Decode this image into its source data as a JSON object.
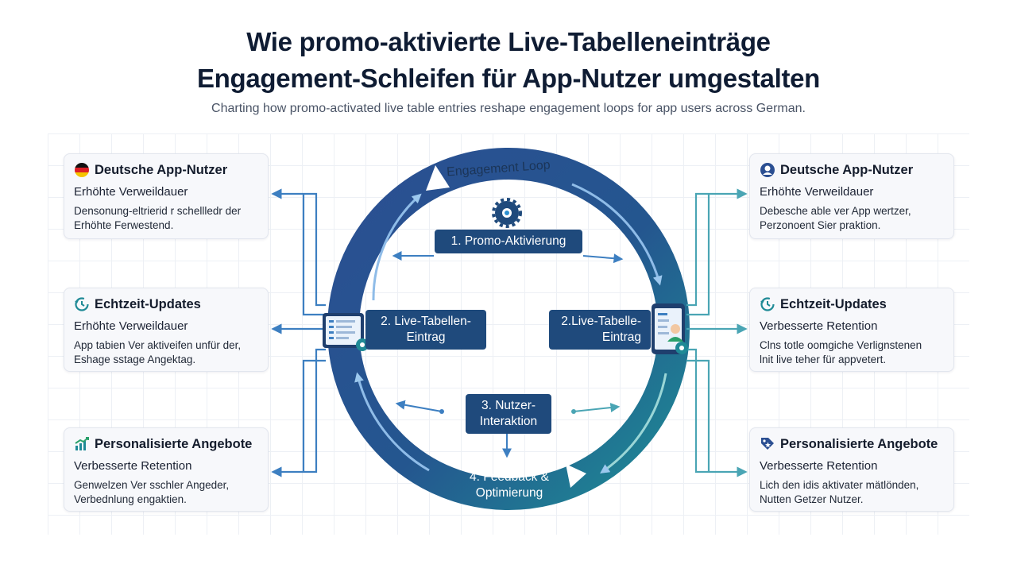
{
  "header": {
    "title_line1": "Wie promo-aktivierte Live-Tabelleneinträge",
    "title_line2": "Engagement-Schleifen für App-Nutzer umgestalten",
    "subtitle": "Charting how promo-activated live table entries reshape engagement loops for app users across German."
  },
  "loop": {
    "label": "Engagement Loop",
    "step1": "1. Promo-Aktivierung",
    "step2_left_line1": "2. Live-Tabellen-",
    "step2_left_line2": "Eintrag",
    "step2_right_line1": "2.Live-Tabelle-",
    "step2_right_line2": "Eintrag",
    "step3_line1": "3. Nutzer-",
    "step3_line2": "Interaktion",
    "step4_line1": "4. Feedback &",
    "step4_line2": "Optimierung"
  },
  "left_cards": [
    {
      "icon": "germany-flag-icon",
      "title": "Deutsche App-Nutzer",
      "sub": "Erhöhte Verweildauer",
      "text1": "Densonung-eltrierid r schellledr der",
      "text2": "Erhöhte Ferwestend."
    },
    {
      "icon": "clock-refresh-icon",
      "title": "Echtzeit-Updates",
      "sub": "Erhöhte Verweildauer",
      "text1": "App tabien Ver aktiveifen unfür der,",
      "text2": "Eshage sstage Angektag."
    },
    {
      "icon": "growth-chart-icon",
      "title": "Personalisierte Angebote",
      "sub": "Verbesserte Retention",
      "text1": "Genwelzen Ver sschler Angeder,",
      "text2": "Verbednlung engaktien."
    }
  ],
  "right_cards": [
    {
      "icon": "user-icon",
      "title": "Deutsche App-Nutzer",
      "sub": "Erhöhte Verweildauer",
      "text1": "Debesche able ver App wertzer,",
      "text2": "Perzonoent Sier praktion."
    },
    {
      "icon": "clock-refresh-icon",
      "title": "Echtzeit-Updates",
      "sub": "Verbesserte Retention",
      "text1": "Clns totle oomgiche Verlignstenen",
      "text2": "lnit live teher für appvetert."
    },
    {
      "icon": "tag-star-icon",
      "title": "Personalisierte Angebote",
      "sub": "Verbesserte Retention",
      "text1": "Lich den idis aktivater mätlönden,",
      "text2": "Nutten Getzer Nutzer."
    }
  ],
  "colors": {
    "navy": "#1f4a7c",
    "ring_blue": "#274c8c",
    "ring_teal": "#1f8a96",
    "arrow_blue": "#3d7fc1",
    "arrow_teal": "#4aa5b4"
  }
}
